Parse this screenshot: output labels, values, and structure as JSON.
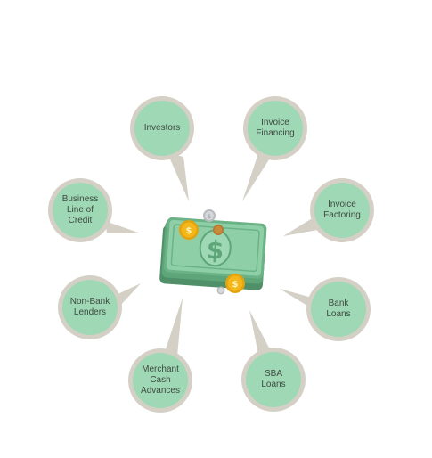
{
  "diagram": {
    "center_icon": "money-stack-icon",
    "colors": {
      "bubble_fill": "#9fd8b4",
      "bubble_ring": "#d4d0c6",
      "text": "#3e4a44",
      "money_dark": "#5ea57a",
      "money_light": "#8fcfa7",
      "coin_gold": "#f4b619",
      "coin_silver": "#c9ccd0",
      "coin_copper": "#c98a3c"
    },
    "items": [
      {
        "label": "Investors"
      },
      {
        "label": "Invoice\nFinancing"
      },
      {
        "label": "Invoice\nFactoring"
      },
      {
        "label": "Bank\nLoans"
      },
      {
        "label": "SBA\nLoans"
      },
      {
        "label": "Merchant\nCash\nAdvances"
      },
      {
        "label": "Non-Bank\nLenders"
      },
      {
        "label": "Business\nLine of\nCredit"
      }
    ]
  }
}
